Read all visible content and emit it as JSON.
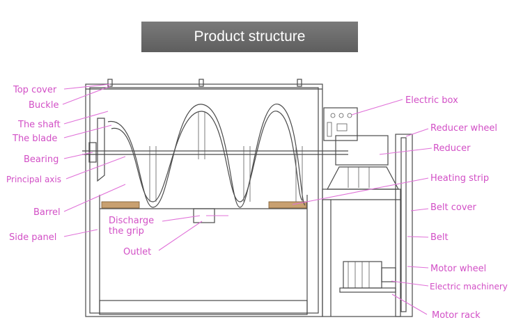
{
  "header": {
    "title": "Product structure"
  },
  "labels": {
    "top_cover": "Top cover",
    "buckle": "Buckle",
    "the_shaft": "The shaft",
    "the_blade": "The blade",
    "bearing": "Bearing",
    "principal_axis": "Principal axis",
    "barrel": "Barrel",
    "side_panel": "Side panel",
    "discharge_line1": "Discharge",
    "discharge_line2": "the grip",
    "outlet": "Outlet",
    "electric_box": "Electric box",
    "reducer_wheel": "Reducer wheel",
    "reducer": "Reducer",
    "heating_strip": "Heating strip",
    "belt_cover": "Belt cover",
    "belt": "Belt",
    "motor_wheel": "Motor wheel",
    "electric_machinery": "Electric machinery",
    "motor_rack": "Motor rack"
  },
  "colors": {
    "label": "#d24fc6",
    "leader": "#e070d8",
    "line": "#4a4a4a",
    "banner": "#6b6b6b",
    "heating_strip": "#c8a070"
  }
}
